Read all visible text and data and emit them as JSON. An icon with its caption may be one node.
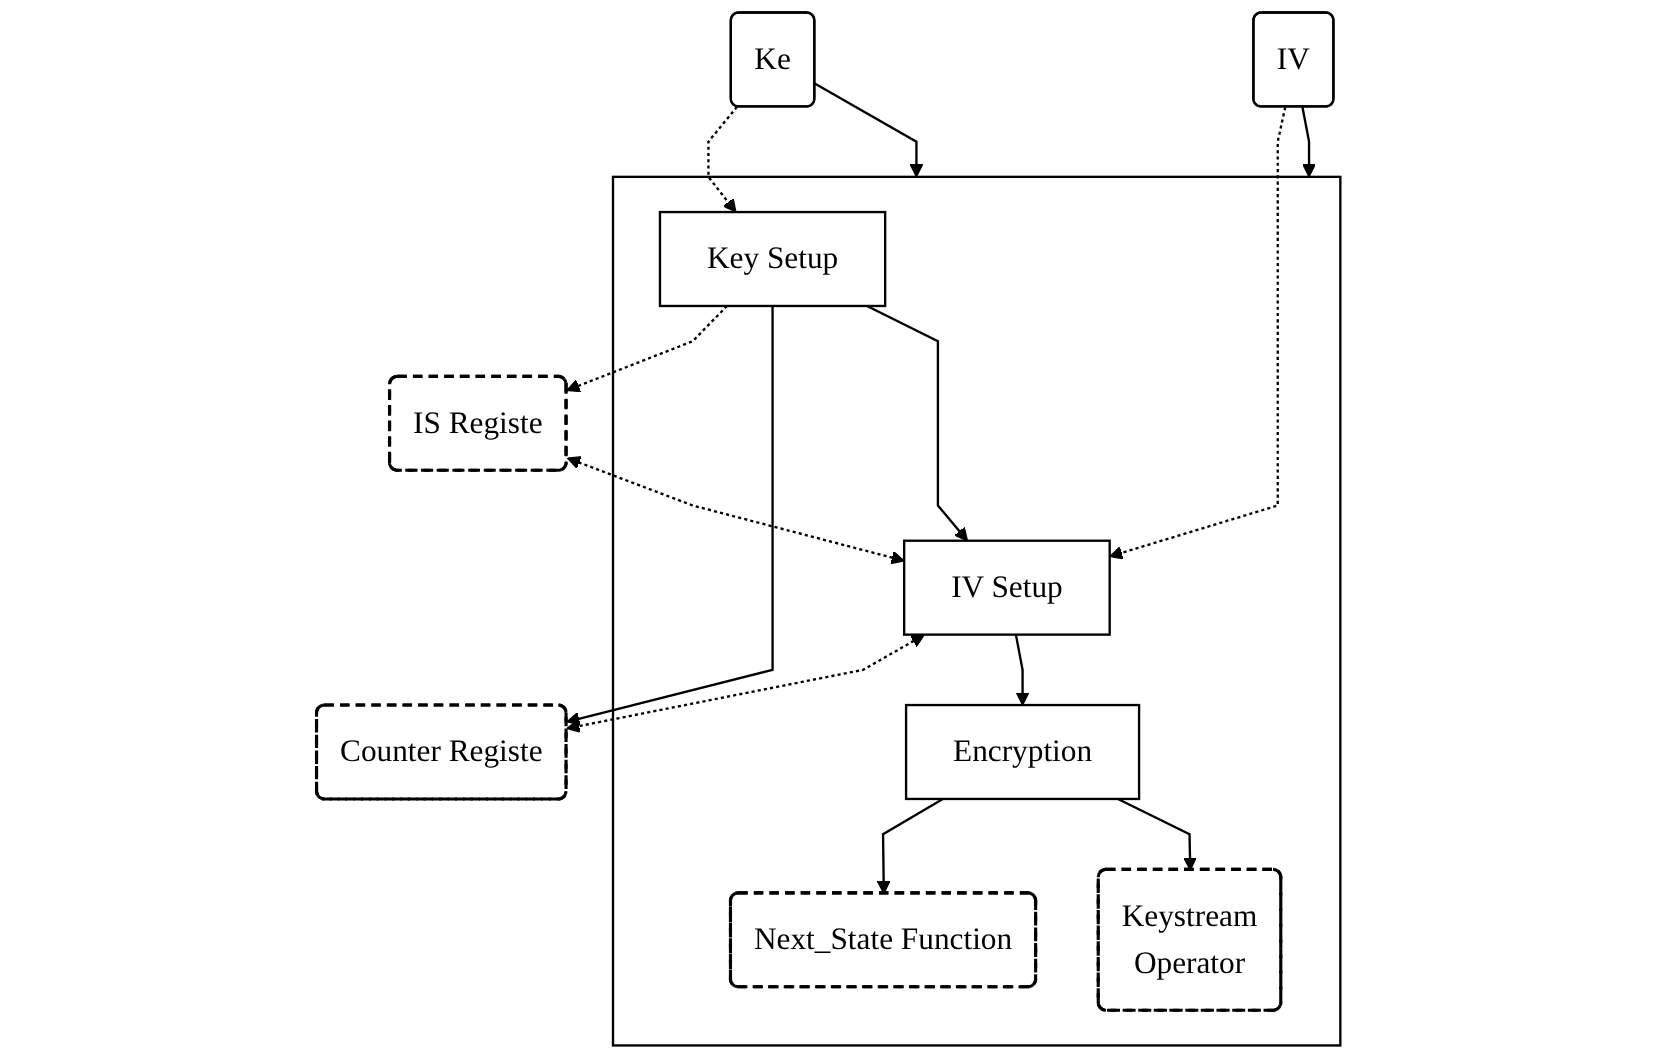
{
  "diagram": {
    "nodes": [
      {
        "text": [
          "Ke"
        ]
      },
      {
        "text": [
          "IV"
        ]
      },
      {
        "text": [],
        "shape": "box"
      },
      {
        "text": [
          "IS Registe"
        ]
      },
      {
        "text": [
          "Key Setup"
        ],
        "in": 2
      },
      {
        "text": [
          "Counter Registe"
        ]
      },
      {
        "text": [
          "IV Setup"
        ],
        "in": 2
      },
      {
        "text": [
          "Encryption"
        ],
        "in": 2
      },
      {
        "text": [
          "Next_State Function"
        ],
        "in": 2
      },
      {
        "text": [
          "Keystream",
          "Operator"
        ],
        "in": 2
      }
    ],
    "edges": [
      {
        "from": 0,
        "to": 2,
        "arrow": "to"
      },
      {
        "from": 1,
        "to": 2,
        "arrow": "to"
      },
      {
        "from": 0,
        "to": 4,
        "arrow": "to",
        "style": "dashed"
      },
      {
        "from": 4,
        "to": 3,
        "arrow": "to",
        "style": "dashed"
      },
      {
        "from": 3,
        "to": 6,
        "arrow": "both",
        "style": "dashed"
      },
      {
        "from": 4,
        "to": 5,
        "arrow": "to"
      },
      {
        "from": 1,
        "to": 6,
        "arrow": "to",
        "style": "dashed"
      },
      {
        "from": 5,
        "to": 6,
        "arrow": "both",
        "style": "dashed"
      },
      {
        "from": 4,
        "to": 6,
        "arrow": "to"
      },
      {
        "from": 6,
        "to": 7,
        "arrow": "to"
      },
      {
        "from": 7,
        "to": 8,
        "arrow": "to"
      },
      {
        "from": 7,
        "to": 9,
        "arrow": "to"
      }
    ]
  }
}
